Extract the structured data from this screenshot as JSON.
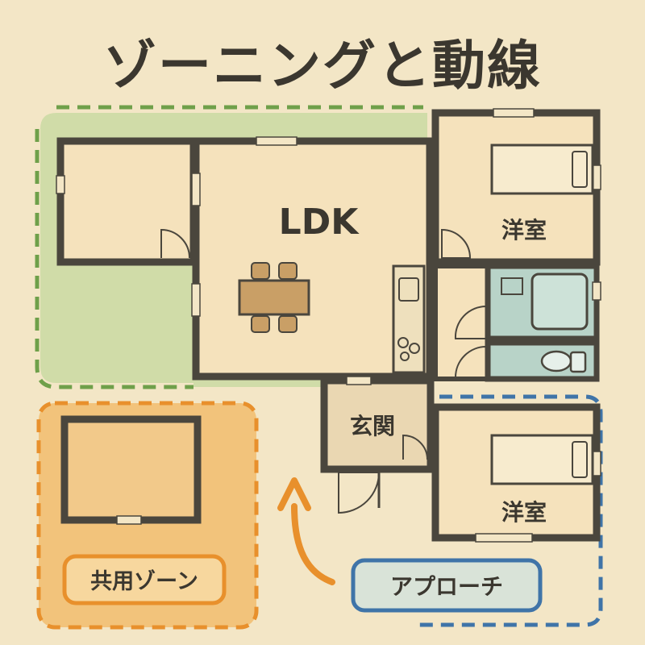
{
  "title": "ゾーニングと動線",
  "rooms": {
    "ldk": "LDK",
    "western_room_1": "洋室",
    "western_room_2": "洋室",
    "entrance": "玄関"
  },
  "zones": {
    "shared_zone_label": "共用ゾーン",
    "approach_label": "アプローチ"
  },
  "colors": {
    "background": "#f3e6c6",
    "wall": "#4a463d",
    "green_zone": "#c9d9a2",
    "green_dash": "#6fa04a",
    "orange_zone": "#f2bf72",
    "orange_dash": "#e8902c",
    "blue_dash": "#3f74a8",
    "wet_area": "#b8d3c8",
    "room_fill": "#f5e2bc",
    "furniture": "#c99f66"
  }
}
